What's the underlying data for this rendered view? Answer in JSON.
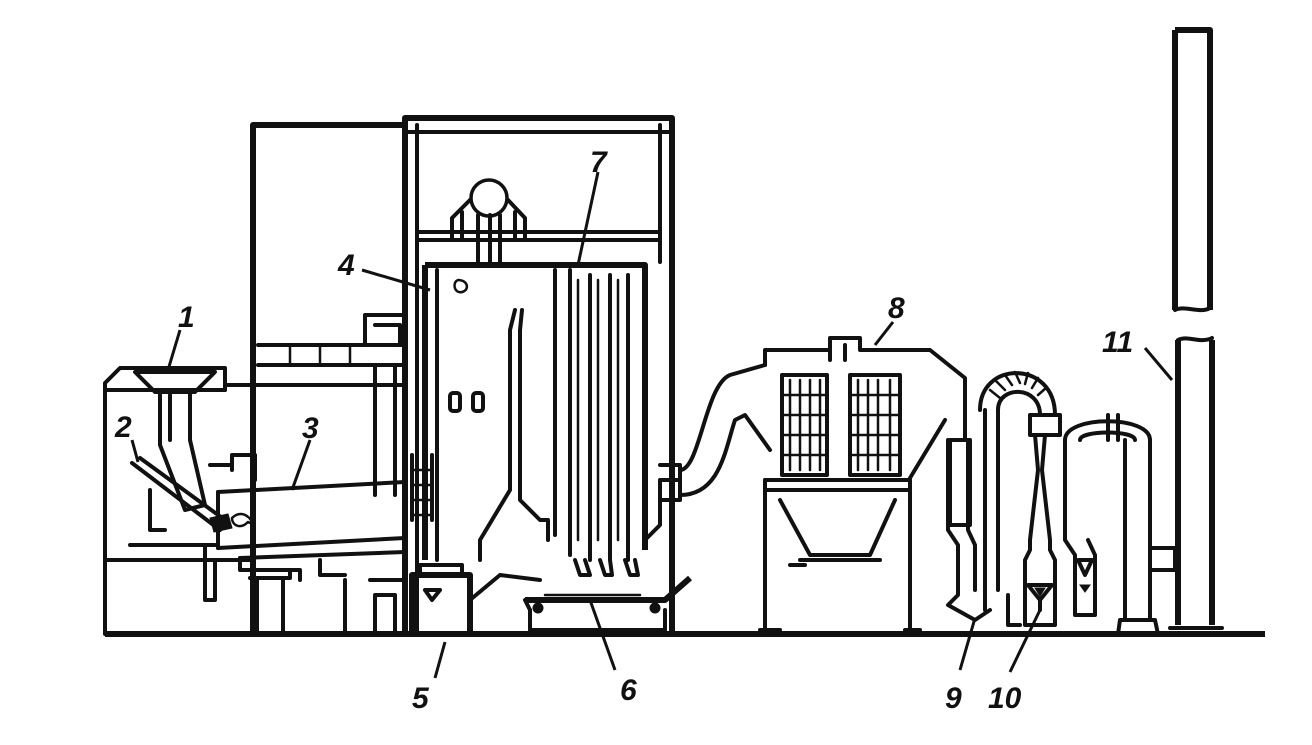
{
  "labels": {
    "l1": "1",
    "l2": "2",
    "l3": "3",
    "l4": "4",
    "l5": "5",
    "l6": "6",
    "l7": "7",
    "l8": "8",
    "l9": "9",
    "l10": "10",
    "l11": "11"
  },
  "colors": {
    "ink": "#111111",
    "paper": "#ffffff"
  }
}
